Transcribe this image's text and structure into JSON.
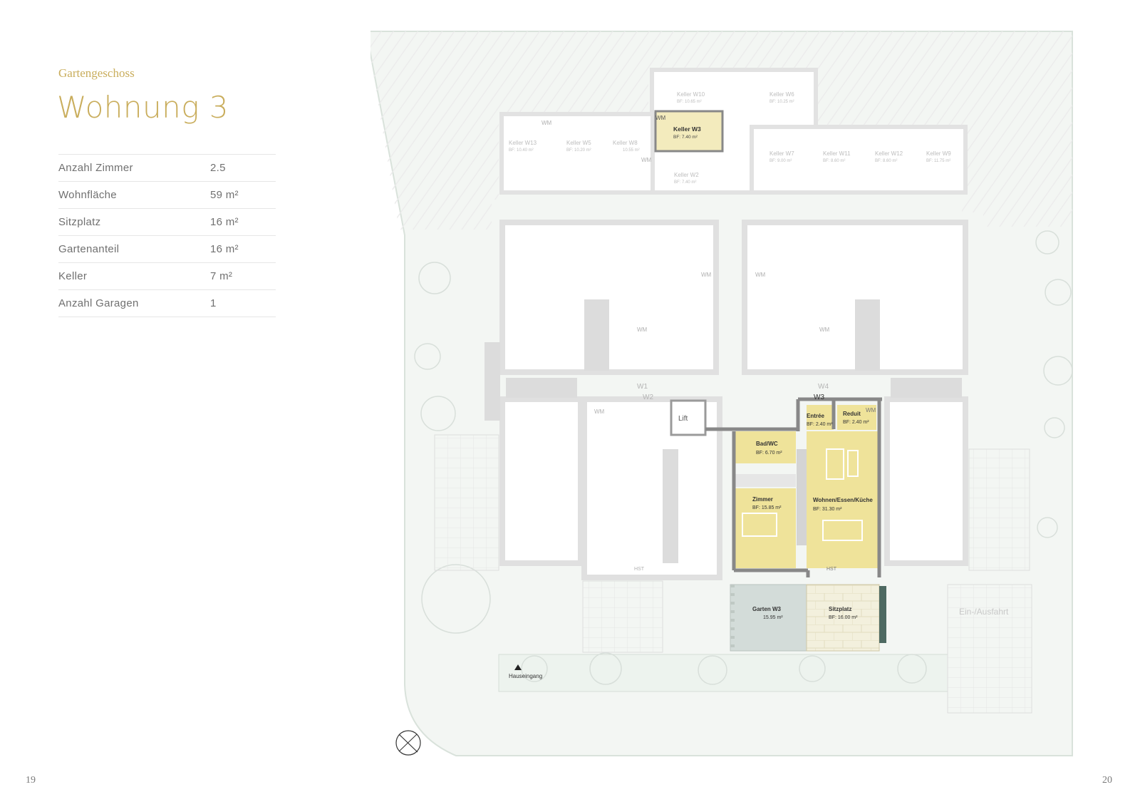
{
  "header": {
    "subtitle": "Gartengeschoss",
    "title": "Wohnung 3"
  },
  "specs": [
    {
      "label": "Anzahl Zimmer",
      "value": "2.5"
    },
    {
      "label": "Wohnfläche",
      "value": "59 m²"
    },
    {
      "label": "Sitzplatz",
      "value": "16 m²"
    },
    {
      "label": "Gartenanteil",
      "value": "16 m²"
    },
    {
      "label": "Keller",
      "value": "7 m²"
    },
    {
      "label": "Anzahl Garagen",
      "value": "1"
    }
  ],
  "pages": {
    "left": "19",
    "right": "20"
  },
  "plan": {
    "cellars": [
      {
        "name": "Keller W10",
        "area": "BF: 10.65 m²"
      },
      {
        "name": "Keller W6",
        "area": "BF: 10.25 m²"
      },
      {
        "name": "Keller W3",
        "area": "BF: 7.40 m²"
      },
      {
        "name": "Keller W13",
        "area": "BF: 10.40 m²"
      },
      {
        "name": "Keller W5",
        "area": "BF: 10.20 m²"
      },
      {
        "name": "Keller W8",
        "area": "10.55 m²"
      },
      {
        "name": "Keller W2",
        "area": "BF: 7.40 m²"
      },
      {
        "name": "Keller W7",
        "area": "BF: 9.00 m²"
      },
      {
        "name": "Keller W11",
        "area": "BF: 8.60 m²"
      },
      {
        "name": "Keller W12",
        "area": "BF: 8.60 m²"
      },
      {
        "name": "Keller W9",
        "area": "BF: 11.75 m²"
      }
    ],
    "rooms": {
      "entree": {
        "name": "Entrée",
        "area": "BF: 2.40 m²"
      },
      "reduit": {
        "name": "Reduit",
        "area": "BF: 2.40 m²"
      },
      "bad": {
        "name": "Bad/WC",
        "area": "BF: 6.70 m²"
      },
      "zimmer": {
        "name": "Zimmer",
        "area": "BF: 15.85 m²"
      },
      "wohnen": {
        "name": "Wohnen/Essen/Küche",
        "area": "BF: 31.30 m²"
      },
      "garten": {
        "name": "Garten W3",
        "area": "15.95 m²"
      },
      "sitzplatz": {
        "name": "Sitzplatz",
        "area": "BF: 16.00 m²"
      }
    },
    "labels": {
      "lift": "Lift",
      "w1": "W1",
      "w2": "W2",
      "w3": "W3",
      "w4": "W4",
      "wm": "WM",
      "hst": "HST",
      "hauseingang": "Hauseingang",
      "einfahrt": "Ein-/Ausfahrt"
    },
    "colors": {
      "highlight": "#efe39a",
      "cellar_highlight": "#f3ebbd",
      "garden": "#d3dcd9",
      "terrace": "#f3f0dd",
      "wall": "#888888",
      "light_wall": "#e2e2e2",
      "ground": "#eef3ef"
    },
    "icons": [
      "north-arrow-icon",
      "triangle-up-icon"
    ]
  }
}
